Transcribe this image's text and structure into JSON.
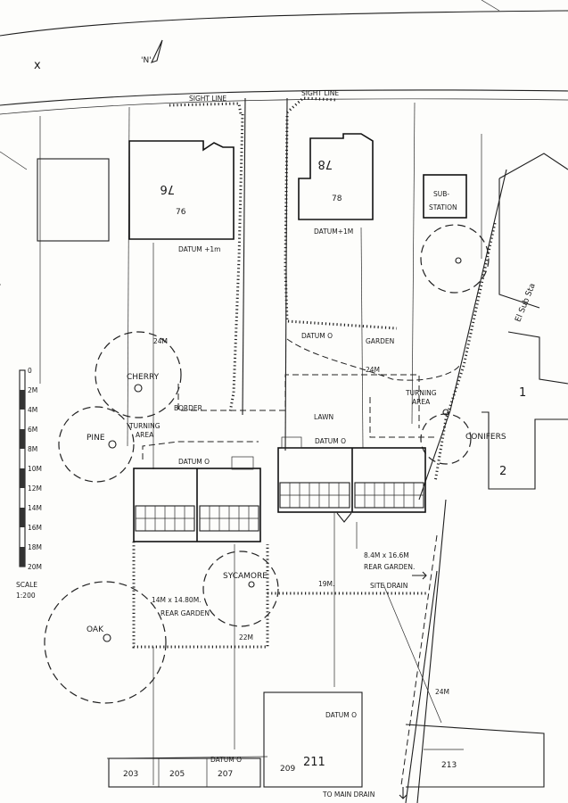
{
  "north_marker": "'N'",
  "x_mark": "x",
  "sight_line_left": "SIGHT LINE",
  "sight_line_right": "SIGHT LINE",
  "plot_76": {
    "mirror": "76",
    "number": "76",
    "datum": "DATUM +1m"
  },
  "plot_78": {
    "mirror": "78",
    "number": "78",
    "datum": "DATUM+1M"
  },
  "substation": {
    "line1": "SUB-",
    "line2": "STATION"
  },
  "el_sub_sta": "El Sub Sta",
  "unit_1": "1",
  "unit_2": "2",
  "trees": {
    "cherry": "CHERRY",
    "pine": "PINE",
    "sycamore": "SYCAMORE",
    "oak": "OAK",
    "conifers": "CONIFERS"
  },
  "areas": {
    "turning_left_1": "TURNING",
    "turning_left_2": "AREA",
    "turning_right_1": "TURNING",
    "turning_right_2": "AREA",
    "border": "BORDER",
    "garden": "GARDEN",
    "lawn": "LAWN",
    "datum_0_top": "DATUM O",
    "datum_0_left": "DATUM O",
    "datum_0_right": "DATUM O",
    "datum_0_bottom": "DATUM O",
    "datum_0_207": "DATUM O"
  },
  "dimensions": {
    "d24_left": "24M",
    "d24_right": "24M",
    "d19": "19M.",
    "d22": "22M",
    "d24_bottom": "24M"
  },
  "rear_garden_left": {
    "line1": "14M x 14.80M.",
    "line2": "REAR GARDEN"
  },
  "rear_garden_right": {
    "line1": "8.4M x 16.6M",
    "line2": "REAR GARDEN."
  },
  "site_drain": "SITE DRAIN",
  "to_main_drain": "TO MAIN DRAIN",
  "scale": {
    "ticks": [
      "0",
      "2M",
      "4M",
      "6M",
      "8M",
      "10M",
      "12M",
      "14M",
      "16M",
      "18M",
      "20M"
    ],
    "label": "SCALE",
    "ratio": "1:200"
  },
  "bottom_plots": [
    "203",
    "205",
    "207",
    "209",
    "211",
    "213"
  ]
}
